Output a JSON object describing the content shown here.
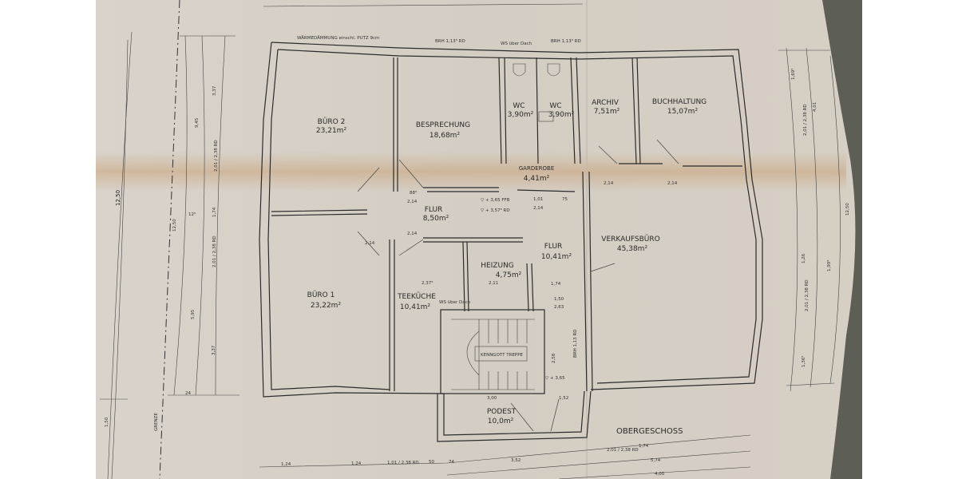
{
  "plan": {
    "title": "OBERGESCHOSS",
    "top_note": "WÄRMEDÄMMUNG einschl. PUTZ 9cm",
    "window_notes": [
      "BRH 1,13⁵ RD",
      "WS über Dach",
      "BRH 1,13⁵ RD"
    ],
    "rooms": [
      {
        "name": "BÜRO 2",
        "area": "23,21m²"
      },
      {
        "name": "BESPRECHUNG",
        "area": "18,68m²"
      },
      {
        "name": "WC",
        "area": "3,90m²"
      },
      {
        "name": "WC",
        "area": "3,90m²"
      },
      {
        "name": "ARCHIV",
        "area": "7,51m²"
      },
      {
        "name": "BUCHHALTUNG",
        "area": "15,07m²"
      },
      {
        "name": "GARDEROBE",
        "area": "4,41m²"
      },
      {
        "name": "FLUR",
        "area": "8,50m²"
      },
      {
        "name": "FLUR",
        "area": "10,41m²"
      },
      {
        "name": "VERKAUFSBÜRO",
        "area": "45,38m²"
      },
      {
        "name": "HEIZUNG",
        "area": "4,75m²"
      },
      {
        "name": "BÜRO 1",
        "area": "23,22m²"
      },
      {
        "name": "TEEKÜCHE",
        "area": "10,41m²"
      },
      {
        "name": "PODEST",
        "area": "10,0m²"
      }
    ],
    "stair_label": "KENNGOTT TREPPE",
    "boundary_label": "GRENZE",
    "level_marks": [
      "▽ + 3,65 FFB",
      "▽ + 3,57⁵ RD",
      "▽ + 3,65"
    ],
    "side_notes": [
      "WS über Dach",
      "BRH 1,13 RD"
    ],
    "left_dims": [
      "12,50",
      "9,45",
      "3,37",
      "2,01 / 2,38 RD",
      "1,74",
      "2,01 / 2,38 RD",
      "5,95",
      "3,37",
      "12⁵",
      "24",
      "1,50",
      "12,50"
    ],
    "right_dims": [
      "1,69⁵",
      "4,01",
      "2,01 / 2,38 RD",
      "1,26",
      "2,01 / 2,38 RD",
      "1,36⁵",
      "1,99⁵",
      "12,50"
    ],
    "bottom_dims": [
      "1,24",
      "1,24",
      "1,01 / 2,38 RD",
      "50",
      "74",
      "3,52",
      "3,00",
      "1,52",
      "2,01 / 2,38 RD",
      "1,74",
      "5,74",
      "4,00"
    ],
    "interior_dims": [
      "2,14",
      "88⁵",
      "2,14",
      "2,14",
      "2,37⁵",
      "2,11",
      "1,74",
      "1,50",
      "2,63",
      "1,01",
      "2,14",
      "75",
      "2,58",
      "2,14",
      "2,14"
    ]
  }
}
